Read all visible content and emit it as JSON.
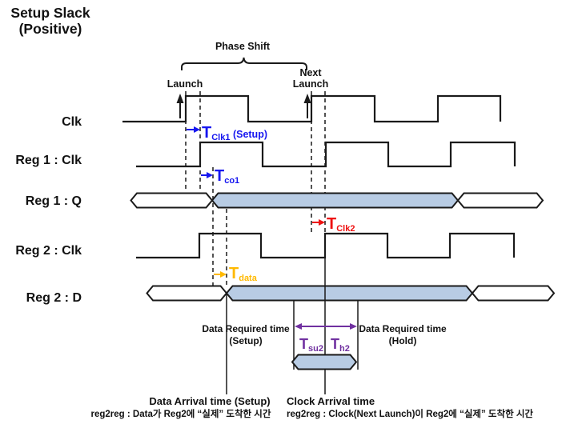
{
  "title": {
    "line1": "Setup Slack",
    "line2": "(Positive)"
  },
  "header": {
    "phase_shift": "Phase Shift",
    "launch": "Launch",
    "next_line1": "Next",
    "next_line2": "Launch"
  },
  "signals": {
    "clk": "Clk",
    "reg1_clk": "Reg 1 : Clk",
    "reg1_q": "Reg 1 : Q",
    "reg2_clk": "Reg 2 : Clk",
    "reg2_d": "Reg 2 : D"
  },
  "timing": {
    "t_clk1": {
      "t": "T",
      "sub": "Clk1",
      "suffix": " (Setup)"
    },
    "t_co1": {
      "t": "T",
      "sub": "co1"
    },
    "t_clk2": {
      "t": "T",
      "sub": "Clk2"
    },
    "t_data": {
      "t": "T",
      "sub": "data"
    },
    "t_su2": {
      "t": "T",
      "sub": "su2"
    },
    "t_h2": {
      "t": "T",
      "sub": "h2"
    }
  },
  "required": {
    "setup_line1": "Data Required time",
    "setup_line2": "(Setup)",
    "hold_line1": "Data Required time",
    "hold_line2": "(Hold)"
  },
  "arrival": {
    "data_title": "Data Arrival time (Setup)",
    "data_desc": "reg2reg : Data가 Reg2에 “실제” 도착한 시간",
    "clock_title": "Clock Arrival time",
    "clock_desc": "reg2reg : Clock(Next Launch)이 Reg2에 “실제” 도착한 시간"
  },
  "colors": {
    "launch_clock_delay": "#1616f0",
    "capture_clock_delay": "#ee1111",
    "data_delay": "#ffb900",
    "setup_hold_window": "#7030a0",
    "bus_fill": "#b8cce4",
    "line": "#1a1a1a"
  }
}
